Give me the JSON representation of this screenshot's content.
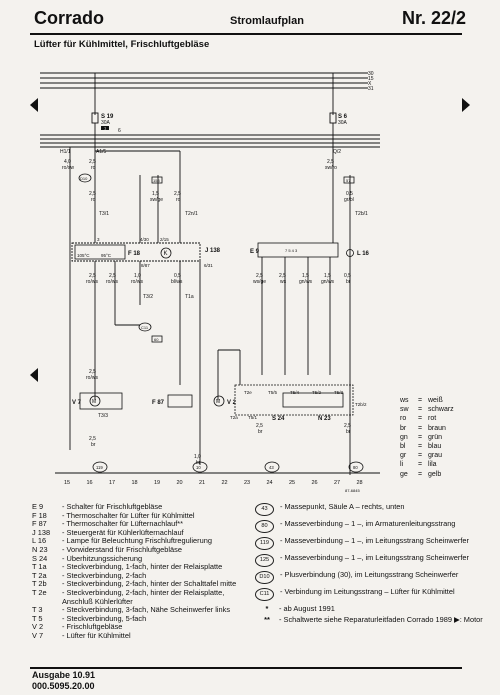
{
  "header": {
    "brand": "Corrado",
    "title": "Stromlaufplan",
    "number": "Nr. 22/2",
    "subtitle": "Lüfter für Kühlmittel, Frischluftgebläse"
  },
  "bus_labels": [
    "30",
    "15",
    "X",
    "31"
  ],
  "top_labels": {
    "fuse1": "S 19",
    "fuse1_rating": "30A",
    "fuse2": "S 6",
    "fuse2_rating": "30A",
    "h1": "H1/1",
    "a1": "A1/5",
    "q2": "Q/2",
    "relay_tag": "1",
    "six": "6"
  },
  "wires": {
    "w1": "4,0",
    "w1c": "ro/sw",
    "w2": "2,5",
    "w2c": "ro",
    "w3": "2,5",
    "w3c": "ro",
    "w4": "1,5",
    "w4c": "sw/ge",
    "w5": "2,5",
    "w5c": "ro",
    "w6": "2,5",
    "w6c": "sw/ro",
    "w7": "0,5",
    "w7c": "gr/bl",
    "b1": "2,5",
    "b1c": "ro/ws",
    "b2": "2,5",
    "b2c": "ro/ws",
    "b3": "1,0",
    "b3c": "ro/ws",
    "b4": "0,5",
    "b4c": "bl/ws",
    "c1": "2,5",
    "c1c": "ws/ge",
    "c2": "2,5",
    "c2c": "ws",
    "c3": "1,5",
    "c3c": "gn/ws",
    "c4": "1,5",
    "c4c": "gn/ws",
    "c5": "0,5",
    "c5c": "br",
    "v1": "2,5",
    "v1c": "ro/ws",
    "v2": "2,5",
    "v2c": "br",
    "v3": "1,0",
    "v3c": "br",
    "v4": "2,5",
    "v4c": "br",
    "v5": "2,5",
    "v5c": "br"
  },
  "components": {
    "f18": "F 18",
    "k": "K",
    "j138": "J 138",
    "e9": "E 9",
    "l16": "L 16",
    "v7": "V 7",
    "f87": "F 87",
    "v2": "V 2",
    "n23": "N 23",
    "s24": "S 24",
    "t3_1": "T3/1",
    "t3_2": "T3/2",
    "t3_3": "T3/3",
    "t2n_1": "T2n/1",
    "t2b_1": "T2b/1",
    "t1a": "T1a",
    "t2b_2": "T2b/2",
    "t2e": "T2e",
    "t2a": "T2a",
    "t5_1": "T5/1",
    "t5_3": "T5/3",
    "t5_5": "T5/5",
    "t5_4": "T5/4",
    "t5_2": "T5/2",
    "c11": "C11",
    "temp1": "105°C",
    "temp2": "95°C",
    "pin3": "3",
    "pin4": "4/30",
    "pin5": "2/15",
    "pin6": "6/31",
    "pin7": "8/87",
    "c60": "60",
    "c119": "119",
    "c43": "43",
    "c80": "80",
    "c57": "57",
    "c158": "158",
    "c10": "10",
    "c125": "125",
    "e9_scale": "7 5 4 3"
  },
  "tracks": [
    "15",
    "16",
    "17",
    "18",
    "19",
    "20",
    "21",
    "22",
    "23",
    "24",
    "25",
    "26",
    "27",
    "28"
  ],
  "ref_code": "87-6845",
  "colors": [
    [
      "ws",
      "=",
      "weiß"
    ],
    [
      "sw",
      "=",
      "schwarz"
    ],
    [
      "ro",
      "=",
      "rot"
    ],
    [
      "br",
      "=",
      "braun"
    ],
    [
      "gn",
      "=",
      "grün"
    ],
    [
      "bl",
      "=",
      "blau"
    ],
    [
      "gr",
      "=",
      "grau"
    ],
    [
      "li",
      "=",
      "lila"
    ],
    [
      "ge",
      "=",
      "gelb"
    ]
  ],
  "legend": [
    [
      "E 9",
      "- Schalter für Frischluftgebläse"
    ],
    [
      "F 18",
      "- Thermoschalter für Lüfter für Kühlmittel"
    ],
    [
      "F 87",
      "- Thermoschalter für Lüfternachlauf**"
    ],
    [
      "J 138",
      "- Steuergerät für Kühlerlüfternachlauf"
    ],
    [
      "L 16",
      "- Lampe für Beleuchtung Frischluftregulierung"
    ],
    [
      "N 23",
      "- Vorwiderstand für Frischluftgebläse"
    ],
    [
      "S 24",
      "- Überhitzungssicherung"
    ],
    [
      "T 1a",
      "- Steckverbindung, 1-fach, hinter der Relaisplatte"
    ],
    [
      "T 2a",
      "- Steckverbindung, 2-fach"
    ],
    [
      "T 2b",
      "- Steckverbindung, 2-fach, hinter der Schalttafel mitte"
    ],
    [
      "T 2e",
      "- Steckverbindung, 2-fach, hinter der Relaisplatte,"
    ],
    [
      "",
      "  Anschluß Kühlerlüfter"
    ],
    [
      "T 3",
      "- Steckverbindung, 3-fach, Nähe Scheinwerfer links"
    ],
    [
      "T 5",
      "- Steckverbindung, 5-fach"
    ],
    [
      "V 2",
      "- Frischluftgebläse"
    ],
    [
      "V 7",
      "- Lüfter für Kühlmittel"
    ]
  ],
  "masses": [
    [
      "43",
      "- Massepunkt, Säule A – rechts, unten"
    ],
    [
      "80",
      "- Masseverbindung – 1 –, im Armaturenleitungsstrang"
    ],
    [
      "119",
      "- Masseverbindung – 1 –, im Leitungsstrang Scheinwerfer"
    ],
    [
      "125",
      "- Masseverbindung – 1 –, im Leitungsstrang Scheinwerfer"
    ],
    [
      "D10",
      "- Plusverbindung (30), im Leitungsstrang Scheinwerfer"
    ],
    [
      "C11",
      "- Verbindung im Leitungsstrang – Lüfter für Kühlmittel"
    ]
  ],
  "notes": [
    [
      "*",
      "- ab August 1991"
    ],
    [
      "**",
      "- Schaltwerte siehe Reparaturleitfaden Corrado 1989 ▶: Motor"
    ]
  ],
  "footer": {
    "edition": "Ausgabe 10.91",
    "part_no": "000.5095.20.00"
  }
}
